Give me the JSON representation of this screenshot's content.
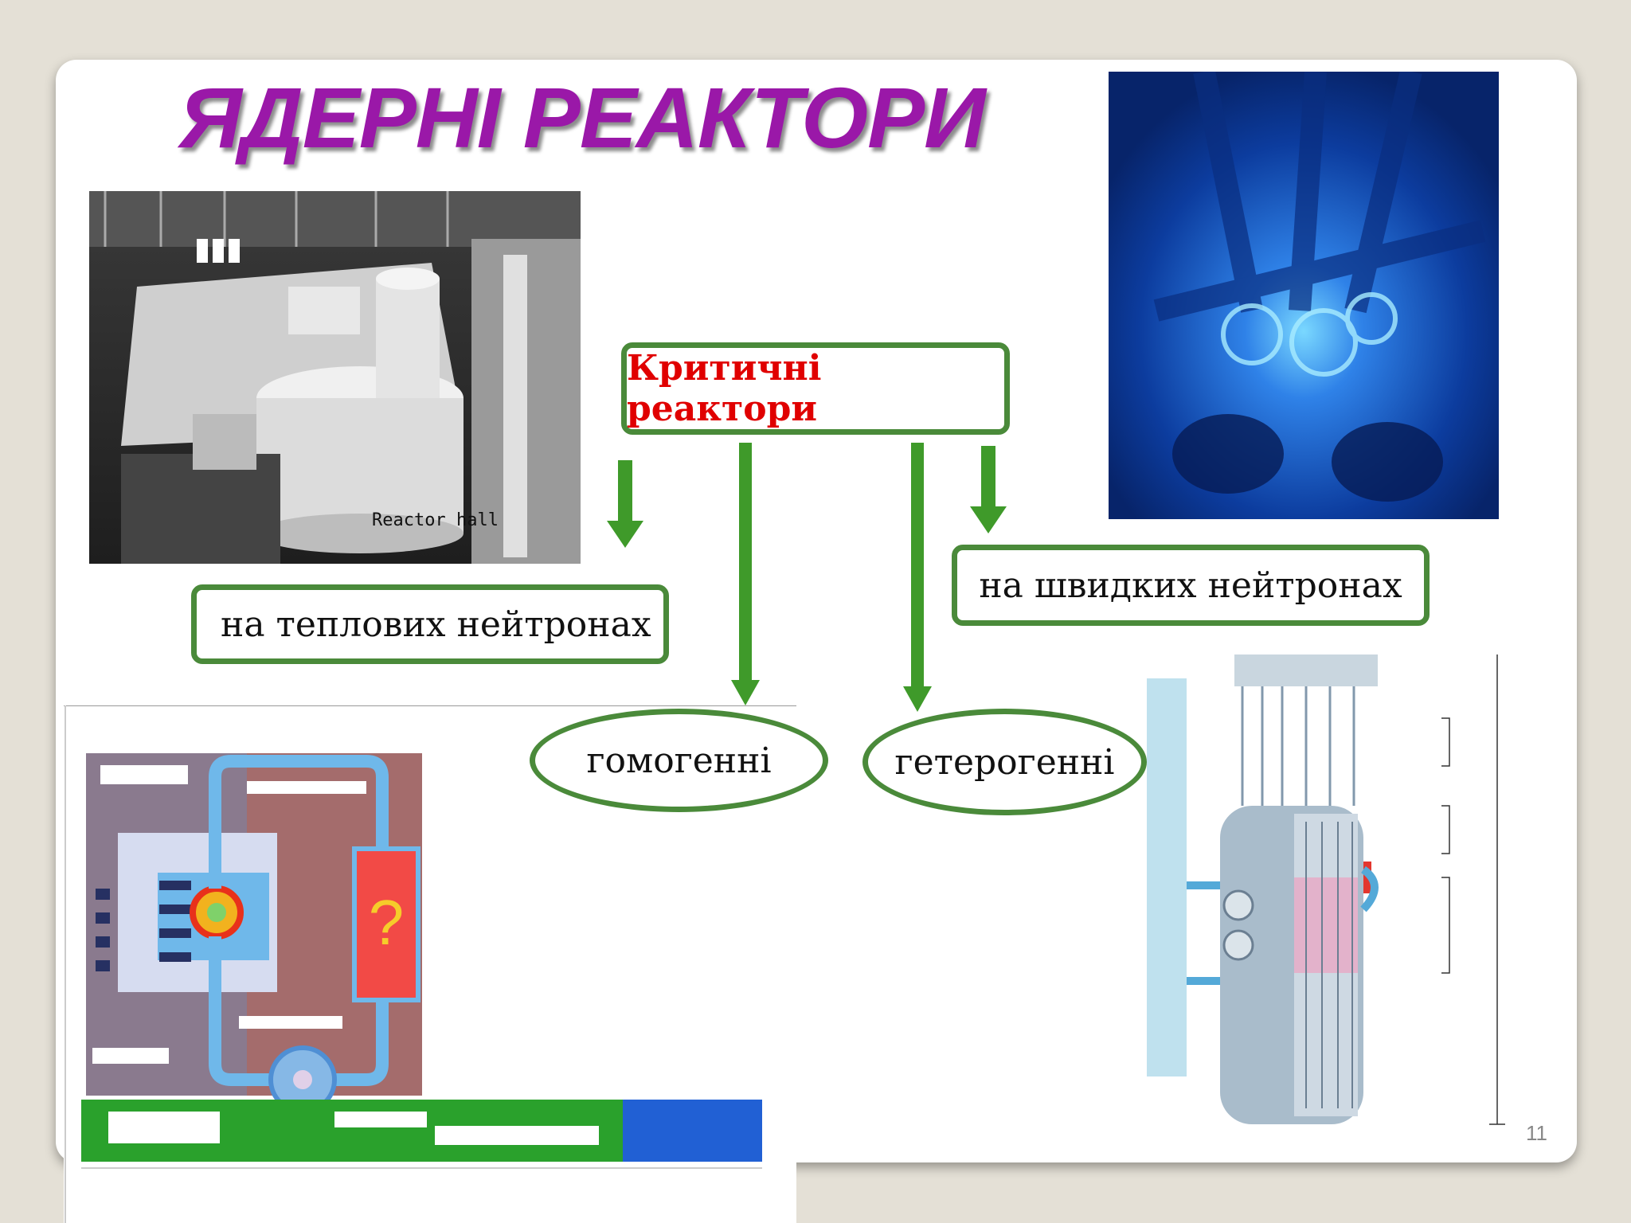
{
  "slide": {
    "title": "ЯДЕРНІ РЕАКТОРИ",
    "page_number": "11"
  },
  "photos": {
    "hall_caption": "Reactor hall",
    "question_mark": "?"
  },
  "diagram": {
    "root": "Критичні реактори",
    "thermal": "на теплових нейтронах",
    "fast": "на швидких нейтронах",
    "homogeneous": "гомогенні",
    "heterogeneous": "гетерогенні"
  },
  "colors": {
    "title": "#9a18a8",
    "root_text": "#e00000",
    "border_green": "#4a8a3a",
    "arrow_green": "#3f9a2a"
  }
}
